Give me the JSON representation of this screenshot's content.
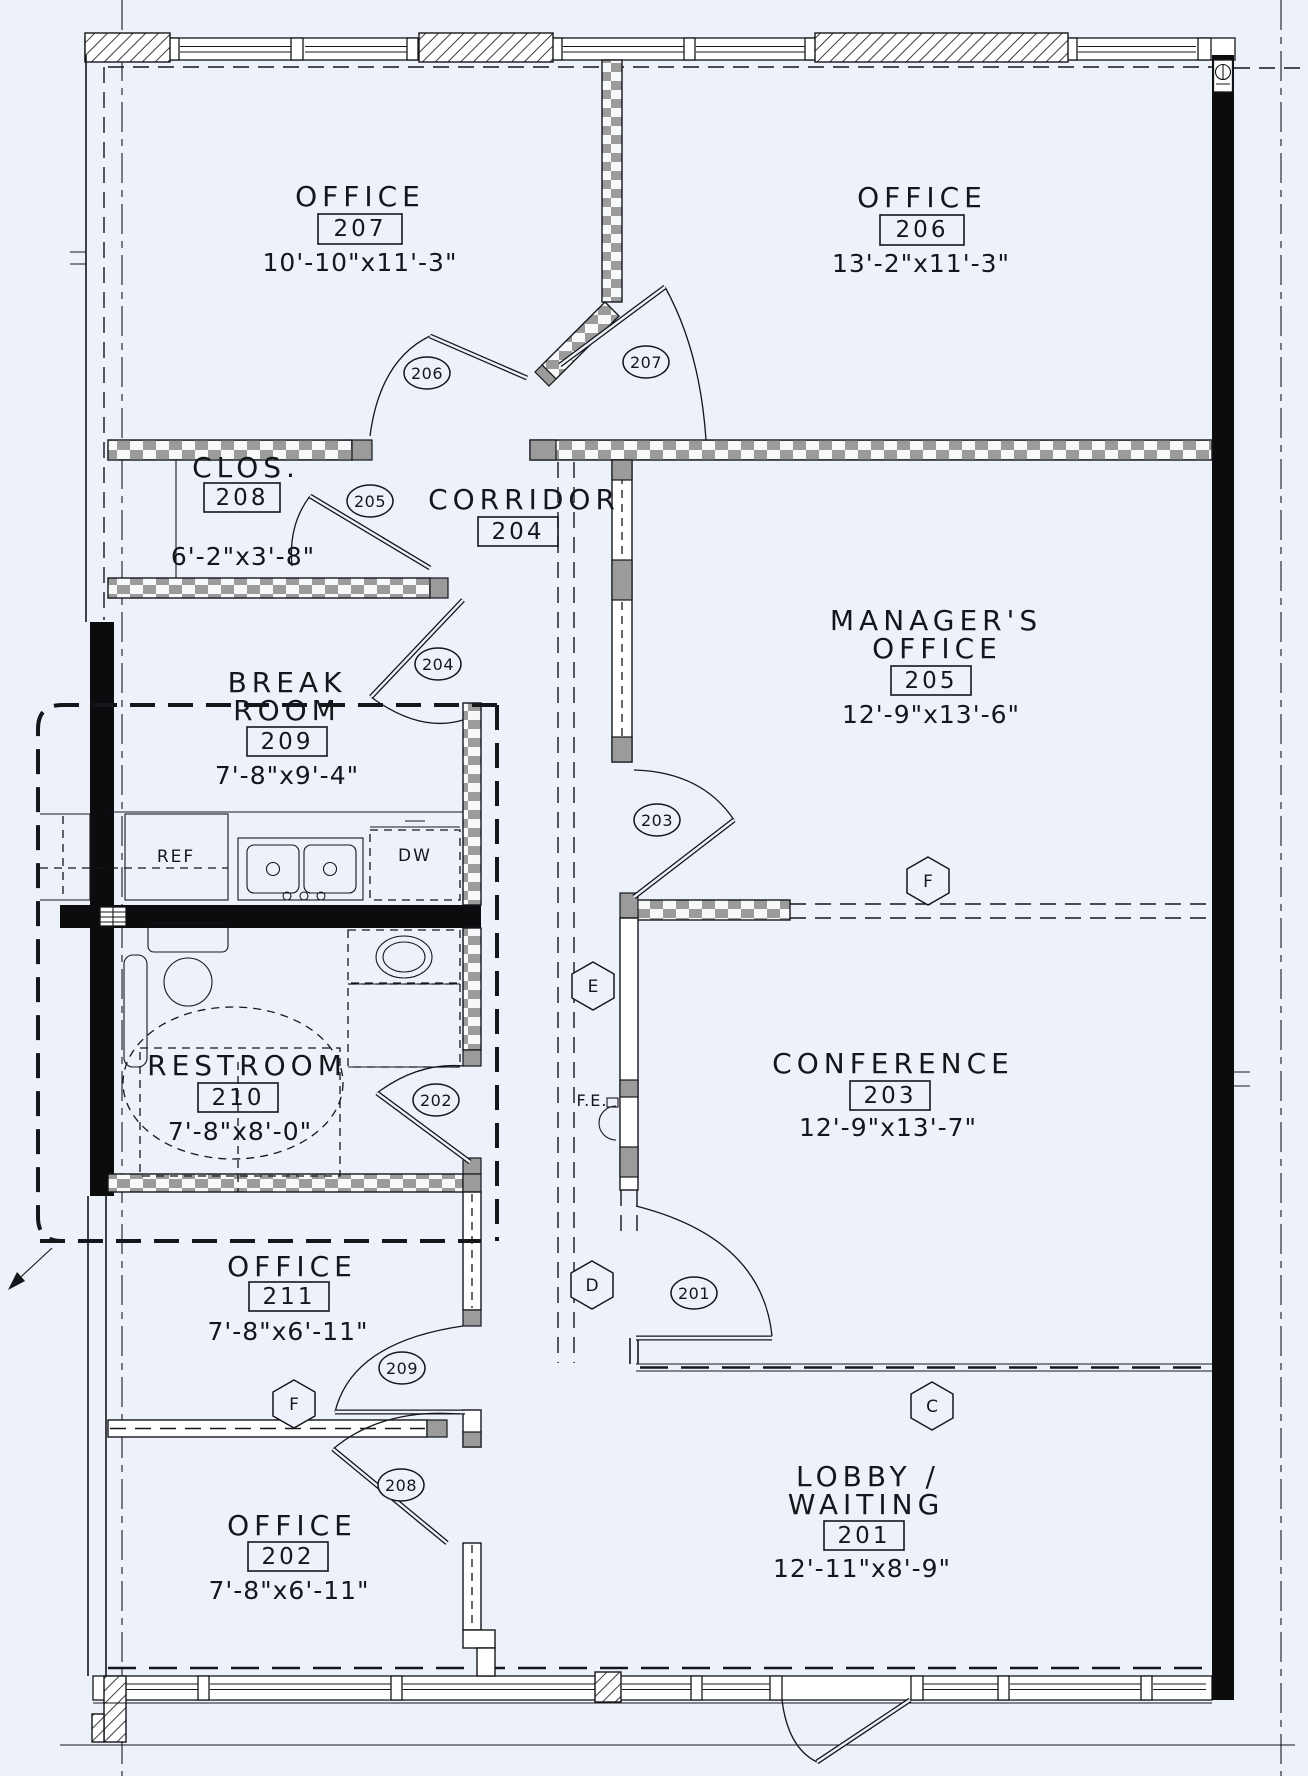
{
  "background": "#edf1fa",
  "line_color": "#15161a",
  "wall_checker_color": "#9b9b9b",
  "rooms": [
    {
      "id": "office-207",
      "name": "OFFICE",
      "number": "207",
      "dimensions": "10'-10\"x11'-3\""
    },
    {
      "id": "office-206",
      "name": "OFFICE",
      "number": "206",
      "dimensions": "13'-2\"x11'-3\""
    },
    {
      "id": "closet-208",
      "name": "CLOS.",
      "number": "208",
      "dimensions": "6'-2\"x3'-8\""
    },
    {
      "id": "corridor-204",
      "name": "CORRIDOR",
      "number": "204"
    },
    {
      "id": "managers-office-205",
      "name": "MANAGER'S",
      "name_line2": "OFFICE",
      "number": "205",
      "dimensions": "12'-9\"x13'-6\""
    },
    {
      "id": "break-room-209",
      "name": "BREAK",
      "name_line2": "ROOM",
      "number": "209",
      "dimensions": "7'-8\"x9'-4\""
    },
    {
      "id": "restroom-210",
      "name": "RESTROOM",
      "number": "210",
      "dimensions": "7'-8\"x8'-0\""
    },
    {
      "id": "conference-203",
      "name": "CONFERENCE",
      "number": "203",
      "dimensions": "12'-9\"x13'-7\""
    },
    {
      "id": "office-211",
      "name": "OFFICE",
      "number": "211",
      "dimensions": "7'-8\"x6'-11\""
    },
    {
      "id": "office-202",
      "name": "OFFICE",
      "number": "202",
      "dimensions": "7'-8\"x6'-11\""
    },
    {
      "id": "lobby-201",
      "name": "LOBBY /",
      "name_line2": "WAITING",
      "number": "201",
      "dimensions": "12'-11\"x8'-9\""
    }
  ],
  "door_tags": [
    {
      "label": "206"
    },
    {
      "label": "207"
    },
    {
      "label": "205"
    },
    {
      "label": "204"
    },
    {
      "label": "203"
    },
    {
      "label": "202"
    },
    {
      "label": "201"
    },
    {
      "label": "209"
    },
    {
      "label": "208"
    }
  ],
  "wall_tags": [
    {
      "label": "F"
    },
    {
      "label": "E"
    },
    {
      "label": "D"
    },
    {
      "label": "C"
    },
    {
      "label": "F"
    }
  ],
  "fixtures": {
    "refrigerator": "REF",
    "dishwasher": "DW",
    "fire_extinguisher": "F.E."
  }
}
